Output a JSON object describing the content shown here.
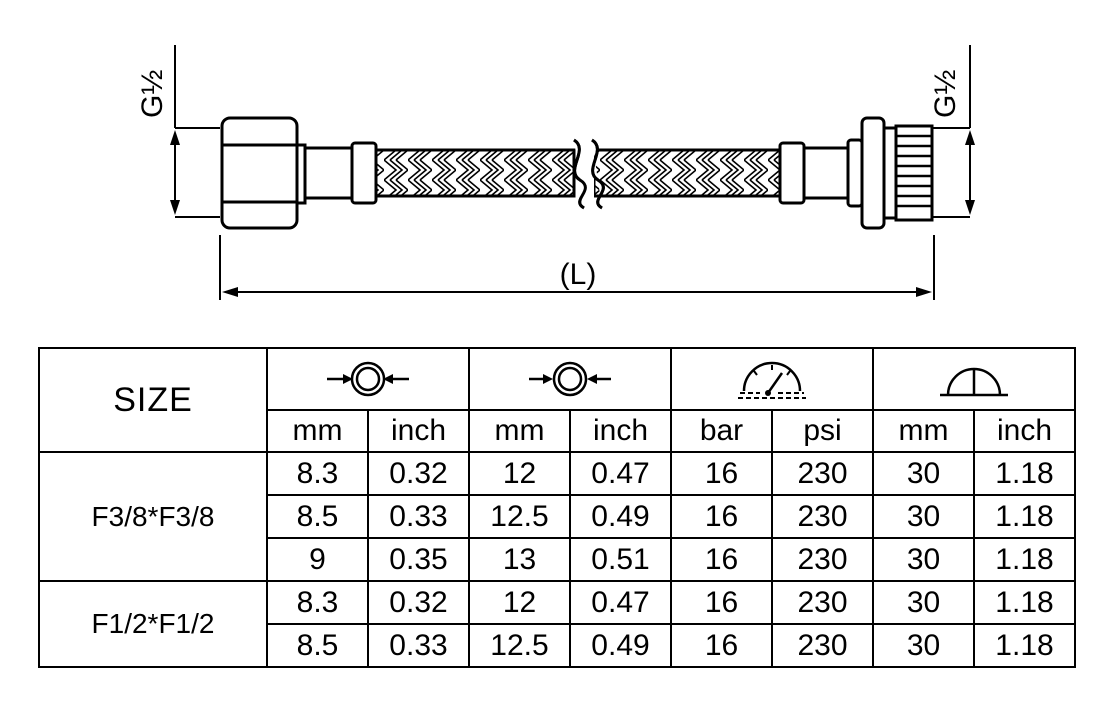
{
  "drawing": {
    "thread_label_left": "G½",
    "thread_label_right": "G½",
    "length_label": "(L)"
  },
  "table": {
    "size_header": "SIZE",
    "column_groups": [
      {
        "icon": "inner-diameter-icon",
        "units": [
          "mm",
          "inch"
        ]
      },
      {
        "icon": "outer-diameter-icon",
        "units": [
          "mm",
          "inch"
        ]
      },
      {
        "icon": "pressure-gauge-icon",
        "units": [
          "bar",
          "psi"
        ]
      },
      {
        "icon": "bend-radius-icon",
        "units": [
          "mm",
          "inch"
        ]
      }
    ],
    "groups": [
      {
        "label": "F3/8*F3/8",
        "rows": [
          [
            "8.3",
            "0.32",
            "12",
            "0.47",
            "16",
            "230",
            "30",
            "1.18"
          ],
          [
            "8.5",
            "0.33",
            "12.5",
            "0.49",
            "16",
            "230",
            "30",
            "1.18"
          ],
          [
            "9",
            "0.35",
            "13",
            "0.51",
            "16",
            "230",
            "30",
            "1.18"
          ]
        ]
      },
      {
        "label": "F1/2*F1/2",
        "rows": [
          [
            "8.3",
            "0.32",
            "12",
            "0.47",
            "16",
            "230",
            "30",
            "1.18"
          ],
          [
            "8.5",
            "0.33",
            "12.5",
            "0.49",
            "16",
            "230",
            "30",
            "1.18"
          ]
        ]
      }
    ]
  }
}
